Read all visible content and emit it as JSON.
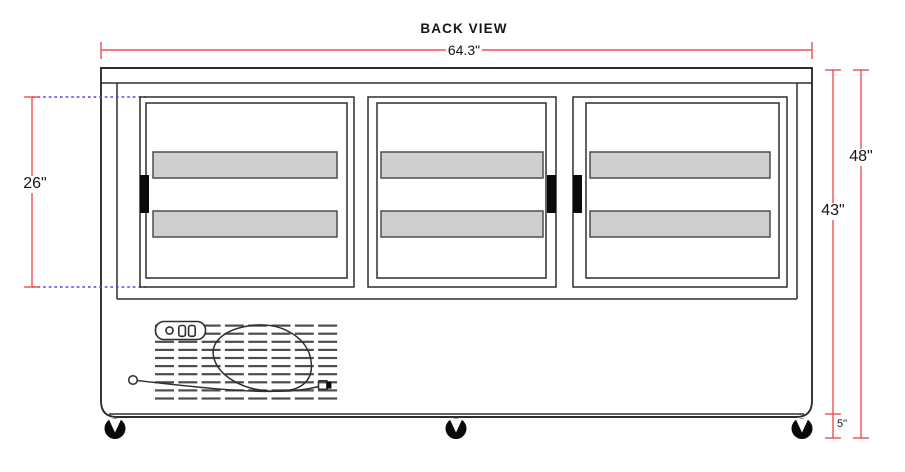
{
  "title": "BACK VIEW",
  "dim_labels": {
    "overall_width": "64.3\"",
    "opening_height": "26\"",
    "body_height": "43\"",
    "overall_height": "48\"",
    "caster_height": "5\""
  },
  "colors": {
    "dimension_red": "#f0504e",
    "projection_blue": "#4747f0",
    "outline": "#2e2e2e",
    "shelf_fill": "#cfcfcf",
    "shelf_border": "#4d4d4d",
    "handle": "#0a0a0a"
  },
  "drawing": {
    "view": "back",
    "doors": [
      {
        "id": "door-left",
        "handle_side": "left",
        "shelves": 2
      },
      {
        "id": "door-middle",
        "handle_side": "right",
        "shelves": 2
      },
      {
        "id": "door-right",
        "handle_side": "left",
        "shelves": 2
      }
    ],
    "casters": 3,
    "vent_grille": {
      "columns": 8,
      "rows": 10
    },
    "control_panel": {
      "indicator_light": 1,
      "switches": 2
    },
    "power_cord": "coiled with plug"
  }
}
